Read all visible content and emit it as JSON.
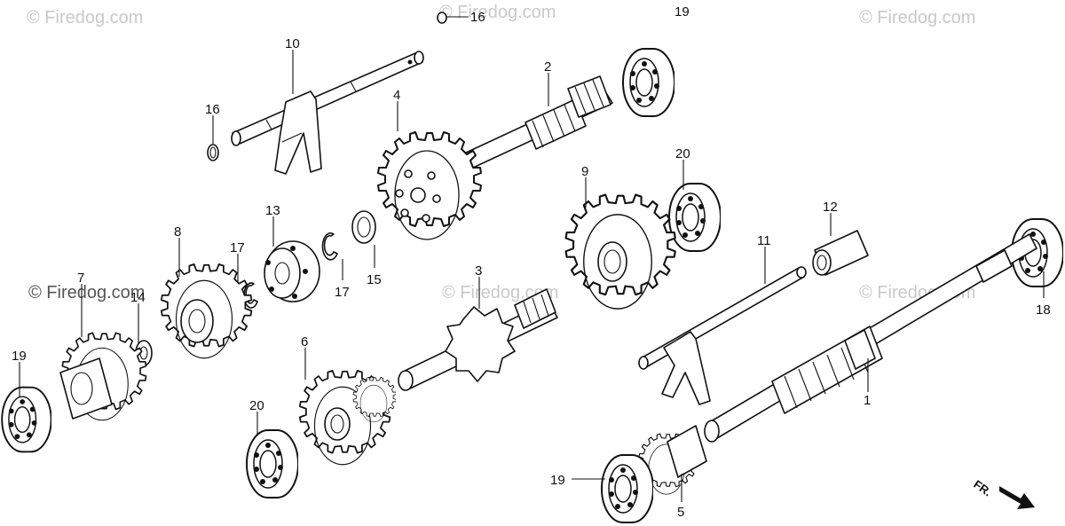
{
  "watermarks": [
    "© Firedog.com"
  ],
  "front_marker": {
    "label": "FR."
  },
  "callouts": [
    {
      "id": "c1",
      "label": "1"
    },
    {
      "id": "c2",
      "label": "2"
    },
    {
      "id": "c3",
      "label": "3"
    },
    {
      "id": "c4",
      "label": "4"
    },
    {
      "id": "c5",
      "label": "5"
    },
    {
      "id": "c6",
      "label": "6"
    },
    {
      "id": "c7",
      "label": "7"
    },
    {
      "id": "c8",
      "label": "8"
    },
    {
      "id": "c9",
      "label": "9"
    },
    {
      "id": "c10",
      "label": "10"
    },
    {
      "id": "c11",
      "label": "11"
    },
    {
      "id": "c12",
      "label": "12"
    },
    {
      "id": "c13",
      "label": "13"
    },
    {
      "id": "c14",
      "label": "14"
    },
    {
      "id": "c15",
      "label": "15"
    },
    {
      "id": "c16a",
      "label": "16"
    },
    {
      "id": "c16b",
      "label": "16"
    },
    {
      "id": "c17a",
      "label": "17"
    },
    {
      "id": "c17b",
      "label": "17"
    },
    {
      "id": "c18",
      "label": "18"
    },
    {
      "id": "c19a",
      "label": "19"
    },
    {
      "id": "c19b",
      "label": "19"
    },
    {
      "id": "c19c",
      "label": "19"
    },
    {
      "id": "c20a",
      "label": "20"
    },
    {
      "id": "c20b",
      "label": "20"
    }
  ]
}
